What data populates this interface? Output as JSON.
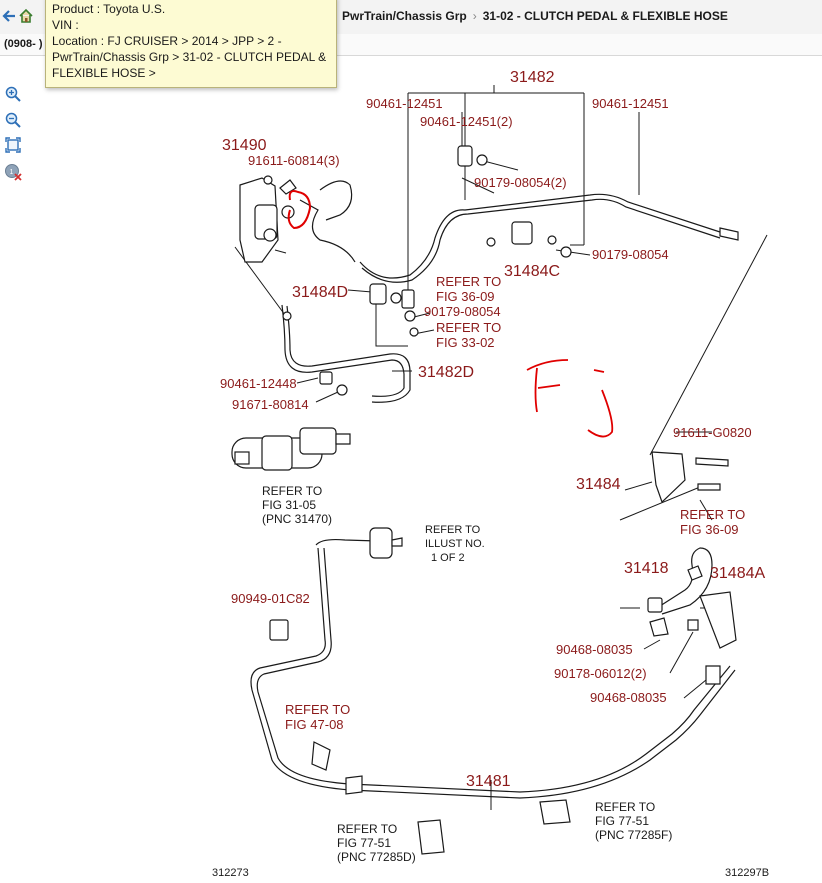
{
  "breadcrumb": {
    "trail": [
      "PwrTrain/Chassis Grp",
      "31-02 - CLUTCH PEDAL & FLEXIBLE HOSE"
    ]
  },
  "subbar": {
    "text": "(0908- )"
  },
  "tooltip": {
    "product": "Product : Toyota U.S.",
    "vin": "VIN :",
    "location": "Location : FJ CRUISER > 2014 > JPP > 2 - PwrTrain/Chassis Grp > 31-02 - CLUTCH PEDAL & FLEXIBLE HOSE >"
  },
  "toolbar": {
    "icons": [
      "zoom-in-icon",
      "zoom-out-icon",
      "fit-to-screen-icon",
      "remove-marker-icon"
    ]
  },
  "diagram": {
    "labels": {
      "p31482": "31482",
      "p90461_12451_a": "90461-12451",
      "p90461_12451_2": "90461-12451(2)",
      "p90461_12451_b": "90461-12451",
      "p31490": "31490",
      "p91611_60814": "91611-60814(3)",
      "p90179_08054_2": "90179-08054(2)",
      "p90179_08054_a": "90179-08054",
      "p31484C": "31484C",
      "p31484D": "31484D",
      "p90179_08054_b": "90179-08054",
      "p90461_12448": "90461-12448",
      "p31482D": "31482D",
      "p91671_80814": "91671-80814",
      "p91611_G0820": "91611-G0820",
      "p31484": "31484",
      "p31418": "31418",
      "p31484A": "31484A",
      "p90949_01C82": "90949-01C82",
      "p90468_08035_a": "90468-08035",
      "p90178_06012": "90178-06012(2)",
      "p90468_08035_b": "90468-08035",
      "p31481": "31481",
      "code_left": "312273",
      "code_right": "312297B"
    },
    "refs": {
      "fig36_09_a": [
        "REFER TO",
        "FIG 36-09"
      ],
      "fig33_02": [
        "REFER TO",
        "FIG 33-02"
      ],
      "fig31_05": [
        "REFER TO",
        "FIG 31-05",
        "(PNC 31470)"
      ],
      "illust": [
        "REFER TO",
        "ILLUST NO.",
        "1 OF 2"
      ],
      "fig36_09_b": [
        "REFER TO",
        "FIG 36-09"
      ],
      "fig47_08": [
        "REFER TO",
        "FIG 47-08"
      ],
      "fig77_51_f": [
        "REFER TO",
        "FIG 77-51",
        "(PNC 77285F)"
      ],
      "fig77_51_d": [
        "REFER TO",
        "FIG 77-51",
        "(PNC 77285D)"
      ]
    },
    "handwriting": "Fj",
    "colors": {
      "label": "#8b1a1a",
      "ink": "#1a1a1a",
      "annotation": "#e00000",
      "tooltip_bg": "#fdfbd3"
    }
  }
}
